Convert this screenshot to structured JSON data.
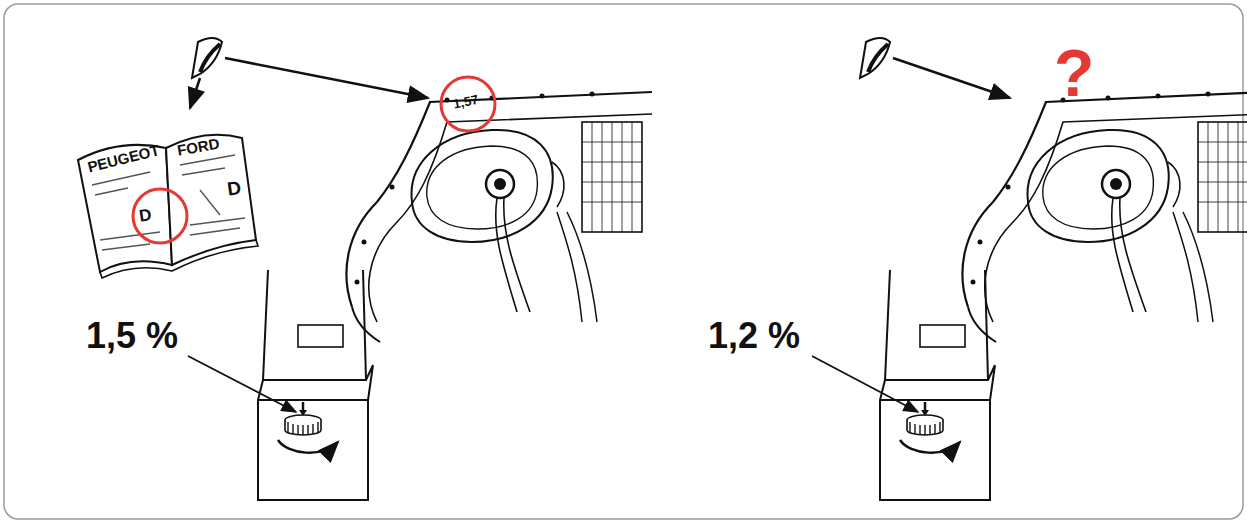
{
  "diagram": {
    "labels": [
      "PEUGEOT",
      "FORD",
      "D",
      "D",
      "1,57",
      "1,5 %",
      "?",
      "1,2 %"
    ]
  }
}
